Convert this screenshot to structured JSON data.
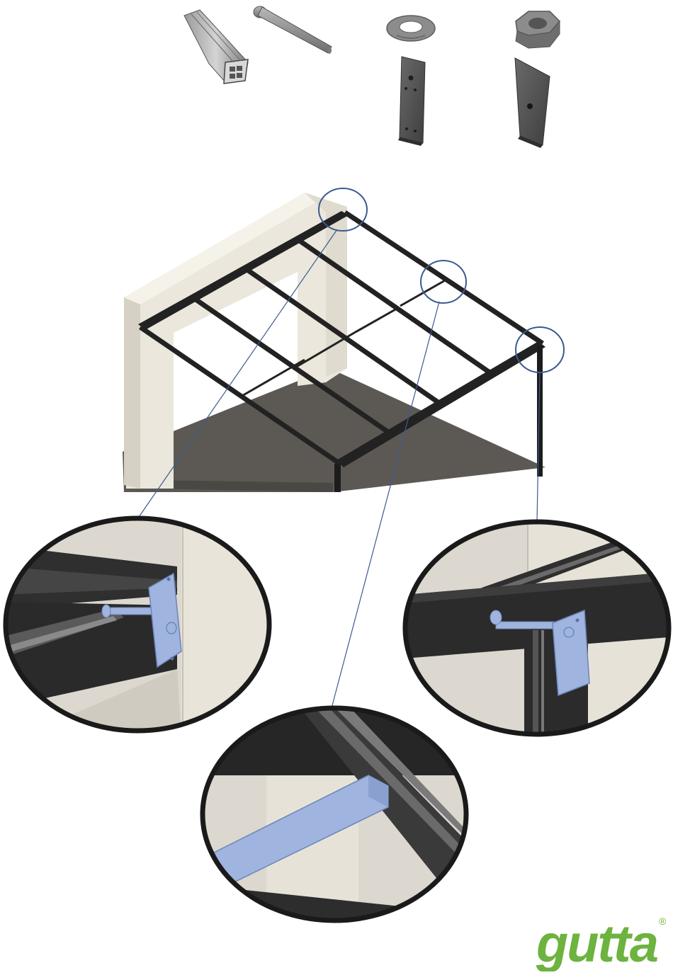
{
  "brand": {
    "logo_text": "gutta",
    "registered_mark": "®",
    "color": "#6db33f"
  },
  "parts": [
    {
      "name": "aluminium-profile"
    },
    {
      "name": "bolt"
    },
    {
      "name": "spring-washer"
    },
    {
      "name": "hex-nut"
    },
    {
      "name": "flat-bracket-plate"
    },
    {
      "name": "angled-bracket-plate"
    }
  ],
  "callouts": [
    {
      "name": "wall-connection-detail"
    },
    {
      "name": "middle-cross-brace-detail"
    },
    {
      "name": "front-post-connection-detail"
    }
  ],
  "colors": {
    "highlight": "#9fb4de",
    "callout_ring": "#3d5a8e",
    "frame": "#222222",
    "wall": "#ebe7dc",
    "floor": "#5c5954"
  }
}
